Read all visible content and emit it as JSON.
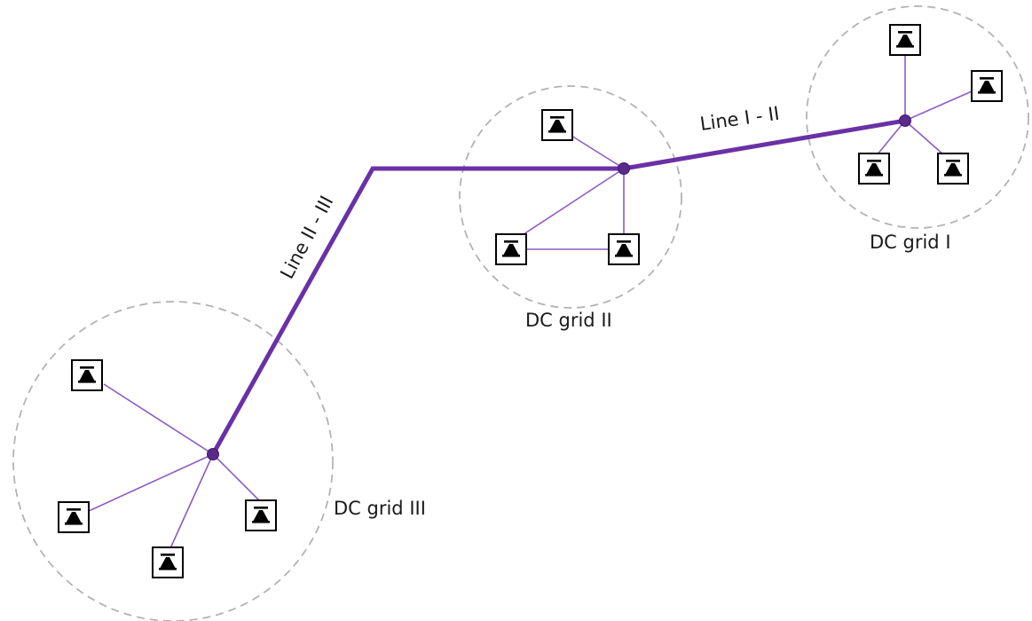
{
  "diagram": {
    "colors": {
      "trunk_line": "#6a31a6",
      "branch_line": "#8c5cc4",
      "hub": "#5a2a8c",
      "boundary": "#b3b3b3"
    },
    "grids": [
      {
        "id": "grid-1",
        "label": "DC grid I",
        "station_count": 4
      },
      {
        "id": "grid-2",
        "label": "DC grid II",
        "station_count": 3
      },
      {
        "id": "grid-3",
        "label": "DC grid III",
        "station_count": 4
      }
    ],
    "lines": [
      {
        "id": "line-1-2",
        "label": "Line I - II"
      },
      {
        "id": "line-2-3",
        "label": "Line II - III"
      }
    ],
    "station_icon": "converter-station-icon"
  }
}
